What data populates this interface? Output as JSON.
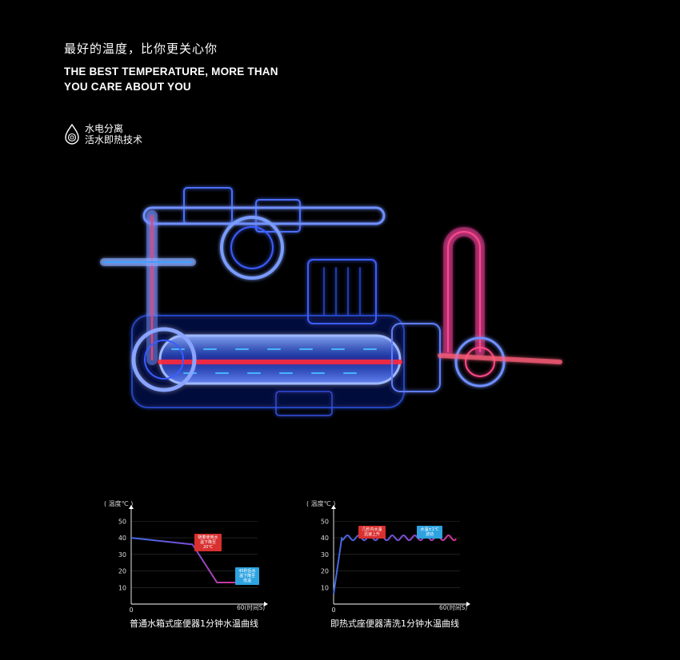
{
  "headline": {
    "cn": "最好的温度，比你更关心你",
    "en_line1": "THE BEST TEMPERATURE, MORE THAN",
    "en_line2": "YOU CARE ABOUT YOU"
  },
  "feature": {
    "icon": "water-drop-icon",
    "line1": "水电分离",
    "line2": "活水即热技术"
  },
  "colors": {
    "background": "#000000",
    "pipe_blue": "#3a6cff",
    "hot_red": "#ff2a3a",
    "line_blue": "#3f6be3",
    "line_pink": "#d9338f",
    "note_red": "#d93030",
    "note_blue": "#2ea3e0"
  },
  "chart_data": [
    {
      "type": "line",
      "ylabel": "( 温度℃ )",
      "xlabel": "60(时间S)",
      "x_ticks": [
        "0"
      ],
      "y_ticks": [
        "50",
        "40",
        "30",
        "20",
        "10"
      ],
      "ylim": [
        0,
        55
      ],
      "xlim": [
        0,
        65
      ],
      "series": [
        {
          "points": [
            [
              0,
              40
            ],
            [
              30,
              36
            ],
            [
              42,
              13
            ],
            [
              52,
              13
            ]
          ]
        }
      ],
      "annotations": [
        {
          "text": "随着使用水温下降至20℃",
          "color": "note_red"
        },
        {
          "text": "45秒后水温下降至低温",
          "color": "note_blue"
        }
      ],
      "caption": "普通水箱式座便器1分钟水温曲线",
      "grid": true
    },
    {
      "type": "line",
      "ylabel": "( 温度℃ )",
      "xlabel": "60(时间S)",
      "x_ticks": [
        "0"
      ],
      "y_ticks": [
        "50",
        "40",
        "30",
        "20",
        "10"
      ],
      "ylim": [
        0,
        55
      ],
      "xlim": [
        0,
        65
      ],
      "series": [
        {
          "points": [
            [
              0,
              6
            ],
            [
              4,
              40
            ],
            [
              60,
              40
            ]
          ],
          "wave_amplitude": 1.5
        }
      ],
      "annotations": [
        {
          "text": "几秒内水温迅速上升",
          "color": "note_red"
        },
        {
          "text": "水温±1℃波动",
          "color": "note_blue"
        }
      ],
      "caption": "即热式座便器清洗1分钟水温曲线",
      "grid": true
    }
  ]
}
